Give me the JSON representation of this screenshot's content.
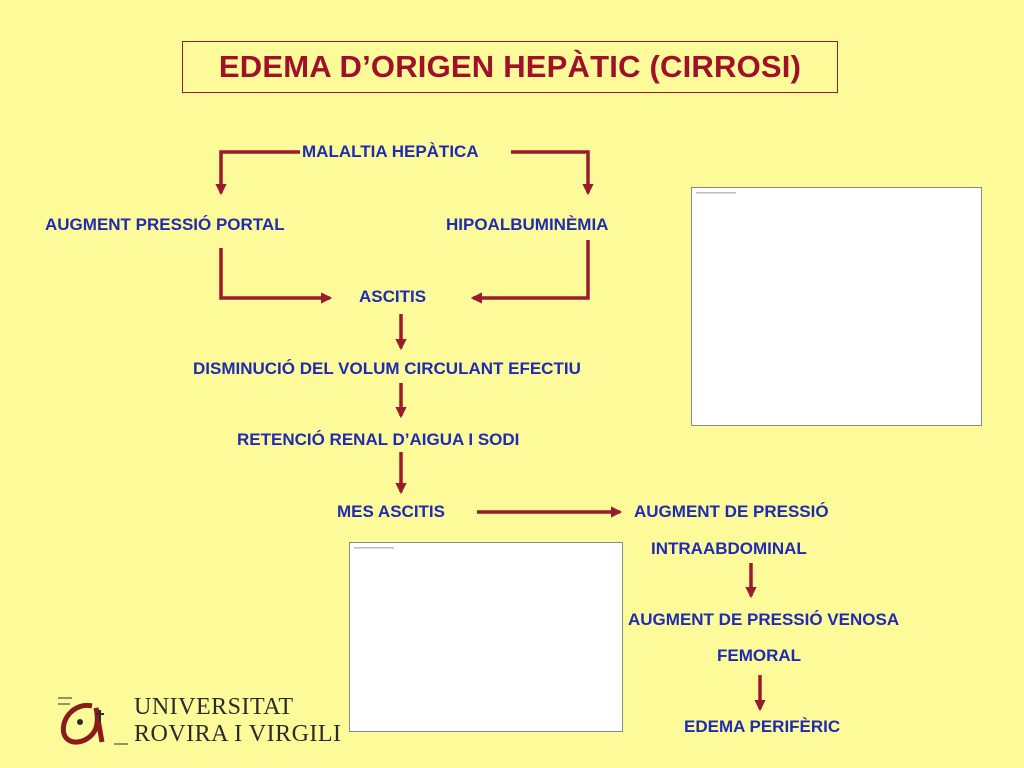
{
  "title": "EDEMA D’ORIGEN HEPÀTIC (CIRROSI)",
  "nodes": {
    "malaltia_hepatica": "MALALTIA HEPÀTICA",
    "augment_pressio_portal": "AUGMENT PRESSIÓ PORTAL",
    "hipoalbuminemia": "HIPOALBUMINÈMIA",
    "ascitis": "ASCITIS",
    "disminucio_volum": "DISMINUCIÓ DEL VOLUM CIRCULANT EFECTIU",
    "retencio_renal": "RETENCIÓ RENAL D’AIGUA I SODI",
    "mes_ascitis": "MES ASCITIS",
    "augment_pressio_1": "AUGMENT DE PRESSIÓ",
    "augment_pressio_2": "INTRAABDOMINAL",
    "augment_venosa_1": "AUGMENT DE PRESSIÓ VENOSA",
    "augment_venosa_2": "FEMORAL",
    "edema_periferic": "EDEMA PERIFÈRIC"
  },
  "logo": {
    "line1": "UNIVERSITAT",
    "line2": "ROVIRA I VIRGILI"
  },
  "colors": {
    "background": "#FDFA99",
    "title": "#A0102A",
    "text": "#1F2BB3",
    "arrow": "#9B1B2E"
  }
}
